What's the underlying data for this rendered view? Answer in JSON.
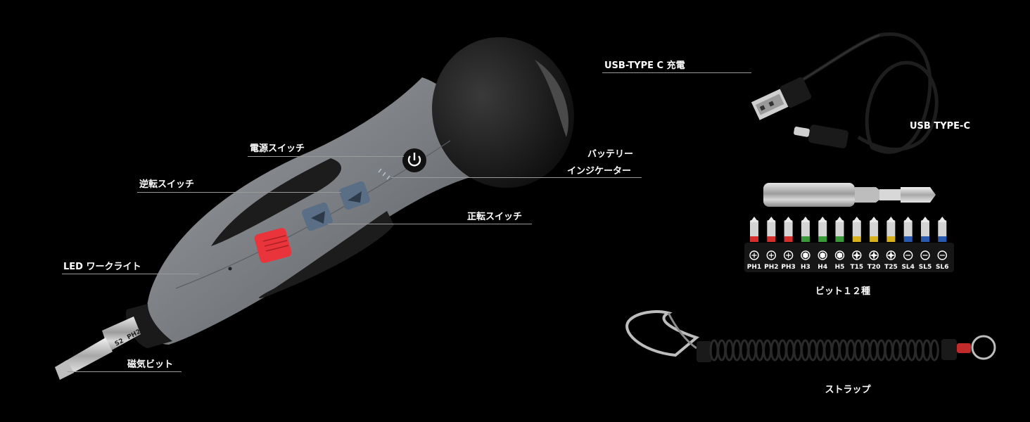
{
  "colors": {
    "background": "#000000",
    "body_gray": "#7d8185",
    "grip_black": "#1c1c1c",
    "switch_red": "#e8343a",
    "button_blue": "#5a6e86",
    "bit_red": "#d6302e",
    "bit_green": "#3a9a3a",
    "bit_yellow": "#d8b21c",
    "bit_blue": "#2a5ab0"
  },
  "icons": {
    "power": "power-icon",
    "reverse": "arrow-up-icon",
    "forward": "arrow-down-icon"
  },
  "callouts": {
    "power_switch": "電源スイッチ",
    "reverse_switch": "逆転スイッチ",
    "forward_switch": "正転スイッチ",
    "battery_line1": "バッテリー",
    "battery_line2": "インジケーター",
    "led_light": "LED ワークライト",
    "magnetic_bit": "磁気ビット",
    "bit_marking_s2": "S2",
    "bit_marking_ph2": "PH2"
  },
  "accessories": {
    "usb_charge": "USB-TYPE C 充電",
    "usb_type_c": "USB TYPE-C",
    "bits_caption": "ビット１２種",
    "strap_caption": "ストラップ"
  },
  "bits": [
    {
      "label": "PH1",
      "color": "#d6302e",
      "type": "phillips"
    },
    {
      "label": "PH2",
      "color": "#d6302e",
      "type": "phillips"
    },
    {
      "label": "PH3",
      "color": "#d6302e",
      "type": "phillips"
    },
    {
      "label": "H3",
      "color": "#3a9a3a",
      "type": "hex"
    },
    {
      "label": "H4",
      "color": "#3a9a3a",
      "type": "hex"
    },
    {
      "label": "H5",
      "color": "#3a9a3a",
      "type": "hex"
    },
    {
      "label": "T15",
      "color": "#d8b21c",
      "type": "torx"
    },
    {
      "label": "T20",
      "color": "#d8b21c",
      "type": "torx"
    },
    {
      "label": "T25",
      "color": "#d8b21c",
      "type": "torx"
    },
    {
      "label": "SL4",
      "color": "#2a5ab0",
      "type": "slot"
    },
    {
      "label": "SL5",
      "color": "#2a5ab0",
      "type": "slot"
    },
    {
      "label": "SL6",
      "color": "#2a5ab0",
      "type": "slot"
    }
  ]
}
